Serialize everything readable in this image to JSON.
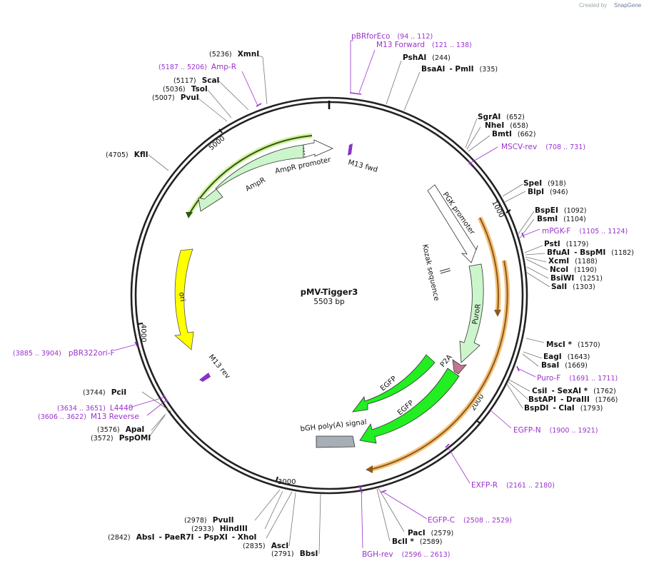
{
  "credit": {
    "prefix": "Created by",
    "brand": "SnapGene"
  },
  "plasmid": {
    "name": "pMV-Tigger3",
    "size": "5503 bp"
  },
  "ticks": [
    {
      "bp": 1000,
      "label": "1000"
    },
    {
      "bp": 2000,
      "label": "2000"
    },
    {
      "bp": 3000,
      "label": "3000"
    },
    {
      "bp": 4000,
      "label": "4000"
    },
    {
      "bp": 5000,
      "label": "5000"
    }
  ],
  "sites": [
    {
      "name": "XmnI",
      "pos": "(5236)"
    },
    {
      "name": "ScaI",
      "pos": "(5117)"
    },
    {
      "name": "TsoI",
      "pos": "(5036)"
    },
    {
      "name": "PvuI",
      "pos": "(5007)"
    },
    {
      "name": "KflI",
      "pos": "(4705)"
    },
    {
      "name": "PshAI",
      "pos": "(244)"
    },
    {
      "name": "BsaAI",
      "sep": "- ",
      "name2": "PmlI",
      "pos": "(335)"
    },
    {
      "name": "SgrAI",
      "pos": "(652)"
    },
    {
      "name": "NheI",
      "pos": "(658)"
    },
    {
      "name": "BmtI",
      "pos": "(662)"
    },
    {
      "name": "SpeI",
      "pos": "(918)"
    },
    {
      "name": "BlpI",
      "pos": "(946)"
    },
    {
      "name": "BspEI",
      "pos": "(1092)"
    },
    {
      "name": "BsmI",
      "pos": "(1104)"
    },
    {
      "name": "PstI",
      "pos": "(1179)"
    },
    {
      "name": "BfuAI",
      "sep": "- ",
      "name2": "BspMI",
      "pos": "(1182)"
    },
    {
      "name": "XcmI",
      "pos": "(1188)"
    },
    {
      "name": "NcoI",
      "pos": "(1190)"
    },
    {
      "name": "BsiWI",
      "pos": "(1251)"
    },
    {
      "name": "SalI",
      "pos": "(1303)"
    },
    {
      "name": "MscI *",
      "pos": "(1570)"
    },
    {
      "name": "EagI",
      "pos": "(1643)"
    },
    {
      "name": "BsaI",
      "pos": "(1669)"
    },
    {
      "name": "CsiI",
      "sep": "- ",
      "name2": "SexAI *",
      "pos": "(1762)"
    },
    {
      "name": "BstAPI",
      "sep": "- ",
      "name2": "DraIII",
      "pos": "(1766)"
    },
    {
      "name": "BspDI",
      "sep": "- ",
      "name2": "ClaI",
      "pos": "(1793)"
    },
    {
      "name": "PacI",
      "pos": "(2579)"
    },
    {
      "name": "BclI *",
      "pos": "(2589)"
    },
    {
      "name": "PciI",
      "pos": "(3744)"
    },
    {
      "name": "ApaI",
      "pos": "(3576)"
    },
    {
      "name": "PspOMI",
      "pos": "(3572)"
    },
    {
      "name": "PvuII",
      "pos": "(2978)"
    },
    {
      "name": "HindIII",
      "pos": "(2933)"
    },
    {
      "name": "AbsI",
      "sep": "- ",
      "name2": "PaeR7I",
      "sep2": "- ",
      "name3": "PspXI",
      "sep3": "- ",
      "name4": "XhoI",
      "pos": "(2842)"
    },
    {
      "name": "AscI",
      "pos": "(2835)"
    },
    {
      "name": "BbsI",
      "pos": "(2791)"
    }
  ],
  "primers": [
    {
      "name": "pBRforEco",
      "pos": "(94 .. 112)"
    },
    {
      "name": "M13 Forward",
      "pos": "(121 .. 138)"
    },
    {
      "name": "Amp-R",
      "pos": "(5187 .. 5206)"
    },
    {
      "name": "MSCV-rev",
      "pos": "(708 .. 731)"
    },
    {
      "name": "mPGK-F",
      "pos": "(1105 .. 1124)"
    },
    {
      "name": "Puro-F",
      "pos": "(1691 .. 1711)"
    },
    {
      "name": "EGFP-N",
      "pos": "(1900 .. 1921)"
    },
    {
      "name": "EXFP-R",
      "pos": "(2161 .. 2180)"
    },
    {
      "name": "EGFP-C",
      "pos": "(2508 .. 2529)"
    },
    {
      "name": "BGH-rev",
      "pos": "(2596 .. 2613)"
    },
    {
      "name": "L4440",
      "pos": "(3634 .. 3651)"
    },
    {
      "name": "M13 Reverse",
      "pos": "(3606 .. 3622)"
    },
    {
      "name": "pBR322ori-F",
      "pos": "(3885 .. 3904)"
    }
  ],
  "features": {
    "ampr": "AmpR",
    "ampr_promoter": "AmpR promoter",
    "m13_fwd": "M13 fwd",
    "ori": "ori",
    "m13_rev": "M13 rev",
    "pgk_promoter": "PGK promoter",
    "kozak": "Kozak sequence",
    "puror": "PuroR",
    "p2a": "P2A",
    "egfp_1": "EGFP",
    "egfp_2": "EGFP",
    "bgh": "bGH poly(A) signal"
  },
  "colors": {
    "backbone": "#222222",
    "enzyme_text": "#111111",
    "primer": "#9933cc",
    "ampr_fill": "#ccf5cc",
    "ori_fill": "#ffff00",
    "egfp_fill": "#22ee22",
    "p2a_fill": "#c07890",
    "bgh_fill": "#a8aeb6",
    "orf_line": "#8b5a1a",
    "orf_glow": "#f5c27a"
  }
}
